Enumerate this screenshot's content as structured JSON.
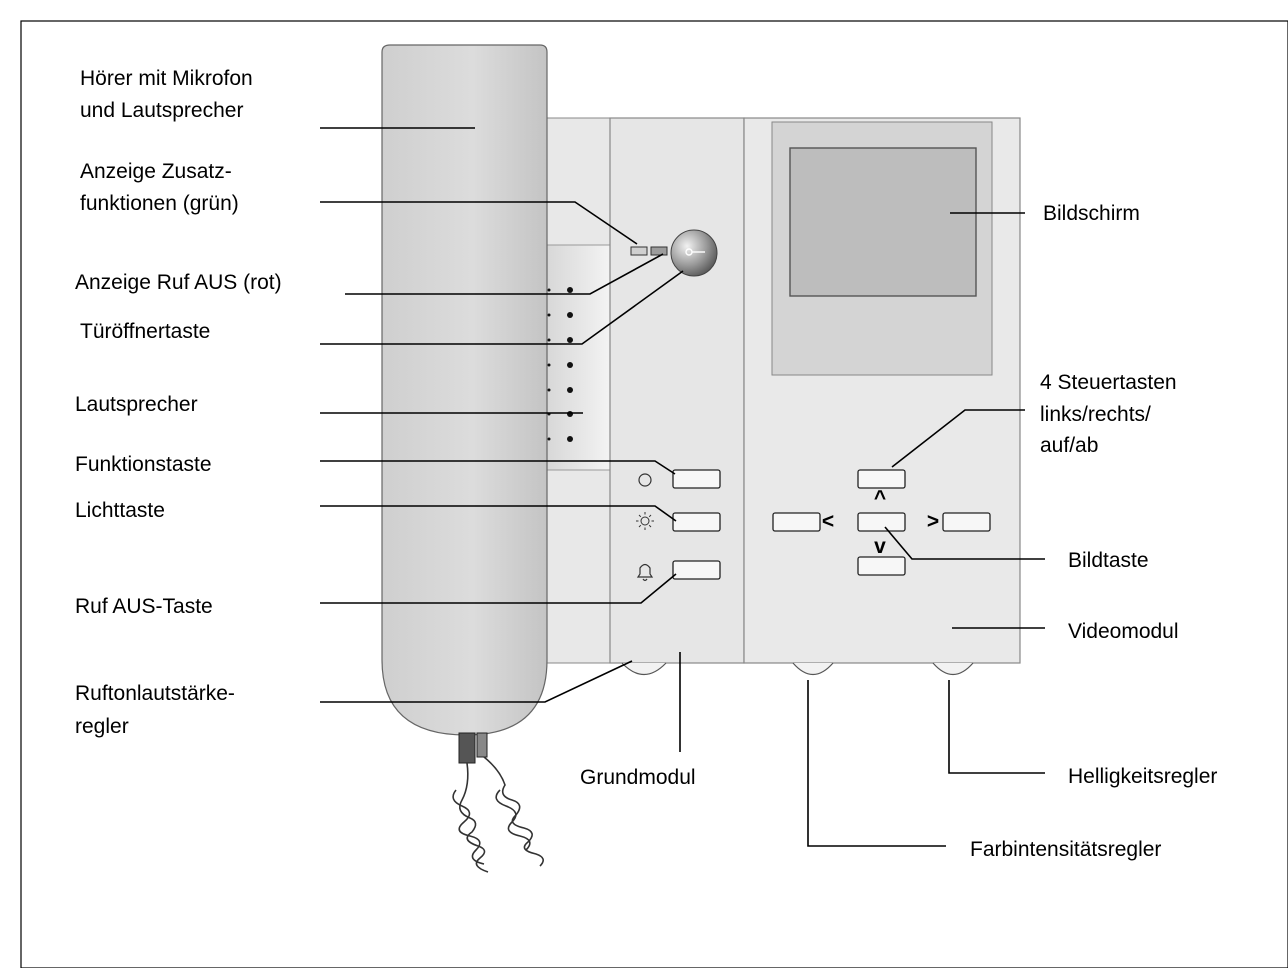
{
  "labels": {
    "handset": [
      "Hörer mit Mikrofon",
      "und Lautsprecher"
    ],
    "extra_functions": [
      "Anzeige Zusatz-",
      "funktionen (grün)"
    ],
    "call_off_indicator": "Anzeige Ruf AUS (rot)",
    "door_opener": "Türöffnertaste",
    "speaker": "Lautsprecher",
    "function_key": "Funktionstaste",
    "light_key": "Lichttaste",
    "call_off_key": "Ruf AUS-Taste",
    "ringtone_volume": [
      "Ruftonlautstärke-",
      "regler"
    ],
    "base_module": "Grundmodul",
    "screen": "Bildschirm",
    "control_keys": [
      "4 Steuertasten",
      "links/rechts/",
      "auf/ab"
    ],
    "picture_key": "Bildtaste",
    "video_module": "Videomodul",
    "brightness": "Helligkeitsregler",
    "color_intensity": "Farbintensitätsregler"
  },
  "arrow_glyphs": {
    "up": "^",
    "down": "v",
    "left": "<",
    "right": ">"
  }
}
